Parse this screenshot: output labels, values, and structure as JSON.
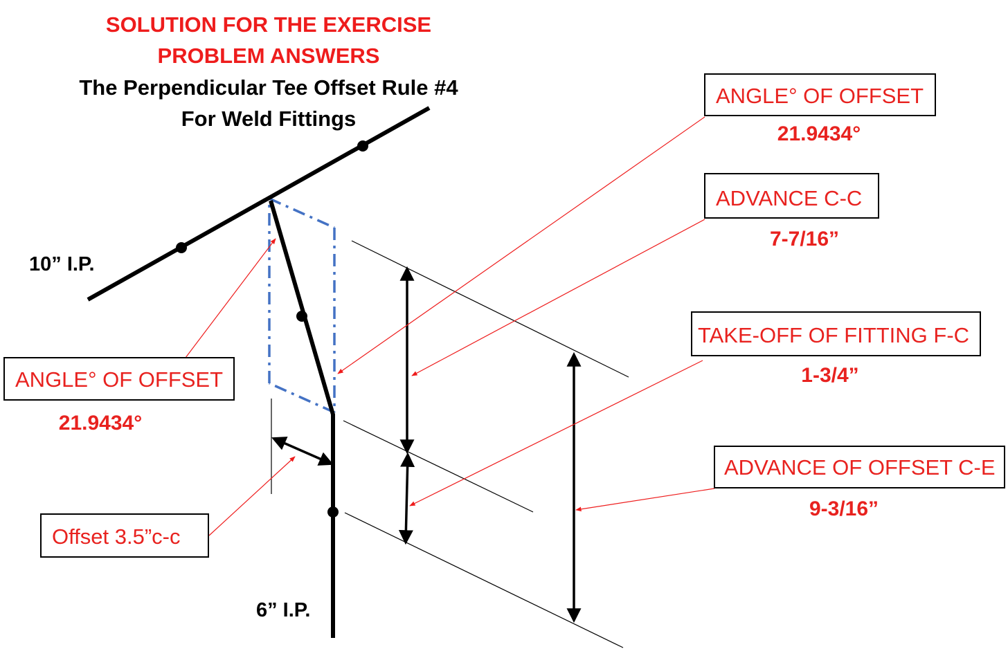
{
  "title": {
    "line1": "SOLUTION FOR THE EXERCISE",
    "line2": "PROBLEM ANSWERS",
    "line3": "The Perpendicular Tee  Offset Rule #4",
    "line4": "For Weld Fittings"
  },
  "pipes": {
    "main": "10” I.P.",
    "branch": "6” I.P."
  },
  "callouts": {
    "angle_right": {
      "label": "ANGLE° OF OFFSET",
      "value": "21.9434°"
    },
    "advance_cc": {
      "label": "ADVANCE C-C",
      "value": "7-7/16”"
    },
    "takeoff": {
      "label": "TAKE-OFF OF FITTING F-C",
      "value": "1-3/4”"
    },
    "advance_offset": {
      "label": "ADVANCE OF OFFSET C-E",
      "value": "9-3/16”"
    },
    "angle_left": {
      "label": "ANGLE° OF OFFSET",
      "value": "21.9434°"
    },
    "offset": {
      "label": "Offset 3.5”c-c"
    }
  },
  "colors": {
    "pipe": "#000000",
    "leader": "#ee1c1c",
    "dash_dot": "#4472c4",
    "label_text": "#e8221f"
  }
}
